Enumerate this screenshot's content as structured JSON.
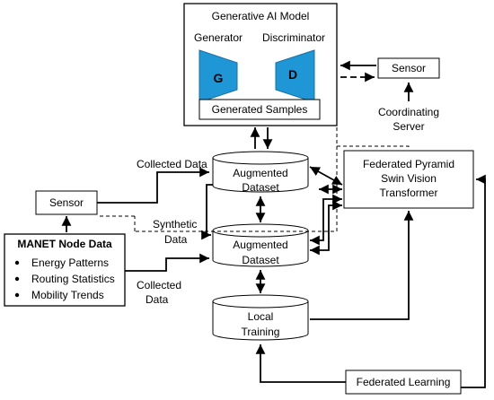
{
  "genai": {
    "title": "Generative AI Model",
    "generator_label": "Generator",
    "discriminator_label": "Discriminator",
    "generator_letter": "G",
    "discriminator_letter": "D",
    "samples_label": "Generated Samples"
  },
  "sensor_top": "Sensor",
  "sensor_left": "Sensor",
  "coordinating_server": [
    "Coordinating",
    "Server"
  ],
  "federated_transformer": [
    "Federated Pyramid",
    "Swin Vision",
    "Transformer"
  ],
  "augmented_top": [
    "Augmented",
    "Dataset"
  ],
  "augmented_mid": [
    "Augmented",
    "Dataset"
  ],
  "local_training": [
    "Local",
    "Training"
  ],
  "federated_learning": "Federated Learning",
  "collected_data_top": "Collected Data",
  "synthetic_data": [
    "Synthetic",
    "Data"
  ],
  "collected_data_bottom": [
    "Collected",
    "Data"
  ],
  "manet": {
    "title": "MANET Node Data",
    "items": [
      "Energy Patterns",
      "Routing Statistics",
      "Mobility Trends"
    ]
  },
  "colors": {
    "trapezoid_fill": "#1f97d6",
    "trapezoid_stroke": "#1a6fa3",
    "line": "#000000"
  }
}
